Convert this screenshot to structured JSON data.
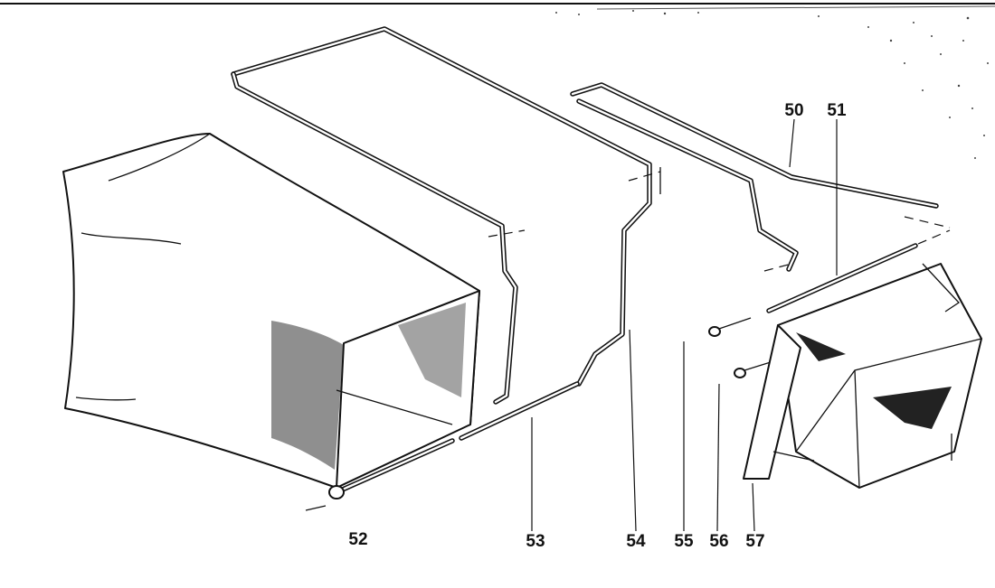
{
  "diagram": {
    "part_labels": [
      "50",
      "51",
      "52",
      "53",
      "54",
      "55",
      "56",
      "57"
    ]
  }
}
